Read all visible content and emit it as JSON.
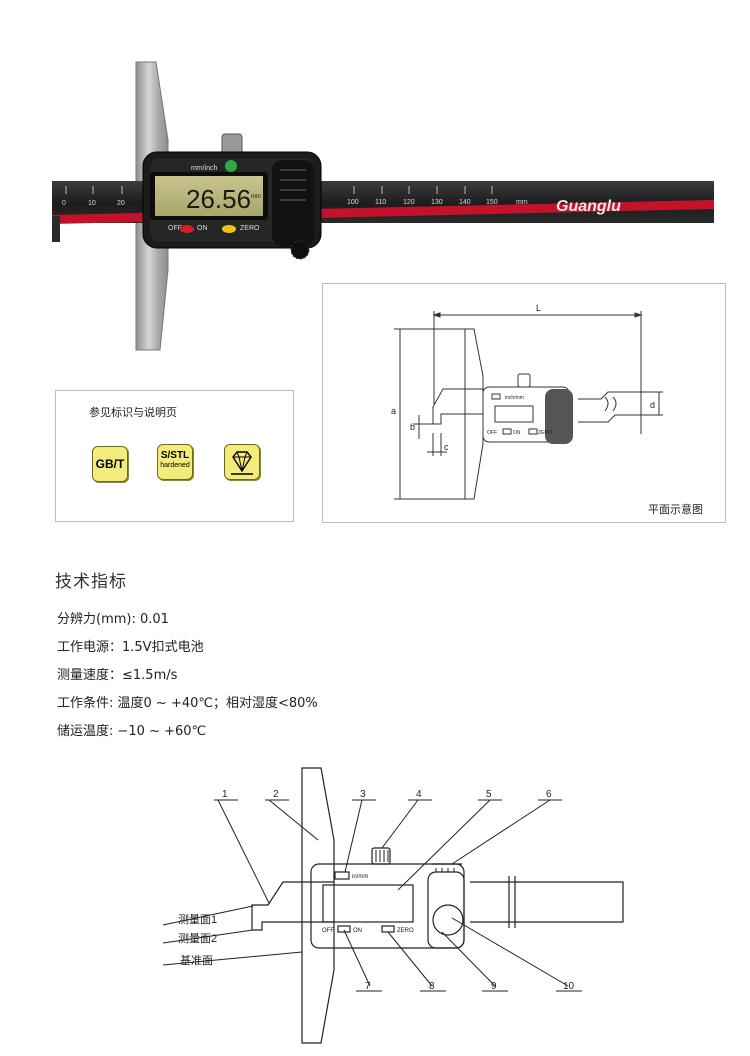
{
  "photo": {
    "lcd_reading": "26.56",
    "lcd_unit": "mm",
    "mode_label": "mm/inch",
    "off_label": "OFF",
    "on_label": "ON",
    "zero_label": "ZERO",
    "brand": "Guanglu",
    "scale_left": [
      "0",
      "10",
      "20"
    ],
    "scale_right": [
      "100",
      "110",
      "120",
      "130",
      "140",
      "150",
      "mm"
    ]
  },
  "reference": {
    "title": "参见标识与说明页",
    "badge_gbt": "GB/T",
    "badge_sstl": "S/STL",
    "badge_hardened": "hardened",
    "diamond_icon": "diamond-icon"
  },
  "plan": {
    "caption": "平面示意图",
    "dim_L": "L",
    "dim_a": "a",
    "dim_b": "b",
    "dim_c": "c",
    "dim_d": "d",
    "lcd_unit": "inch/mm",
    "off_label": "OFF",
    "on_label": "ON",
    "zero_label": "ZERO"
  },
  "specs": {
    "title": "技术指标",
    "lines": [
      "分辨力(mm): 0.01",
      "工作电源：1.5V扣式电池",
      " 测量速度：≤1.5m/s",
      "工作条件: 温度0 ~ +40℃；相对湿度<80%",
      "储运温度: −10 ~ +60℃"
    ]
  },
  "diagram": {
    "numbers": [
      "1",
      "2",
      "3",
      "4",
      "5",
      "6",
      "7",
      "8",
      "9",
      "10"
    ],
    "label_face1": "测量面1",
    "label_face2": "测量面2",
    "label_base": "基准面",
    "lcd_unit": "in/mm",
    "off_label": "OFF",
    "on_label": "ON",
    "zero_label": "ZERO"
  }
}
